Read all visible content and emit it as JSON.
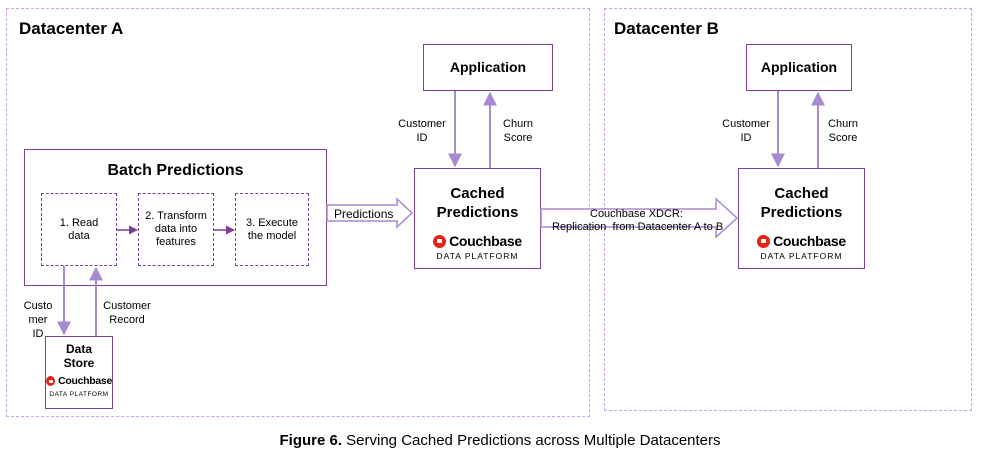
{
  "datacenter_a": {
    "title": "Datacenter A"
  },
  "datacenter_b": {
    "title": "Datacenter B"
  },
  "batch": {
    "title": "Batch Predictions",
    "step1": "1. Read data",
    "step2": "2. Transform data into features",
    "step3": "3. Execute the model"
  },
  "data_store": {
    "title": "Data Store"
  },
  "app_a": {
    "title": "Application",
    "customer_id": "Customer ID",
    "churn_score": "Churn Score"
  },
  "app_b": {
    "title": "Application",
    "customer_id": "Customer ID",
    "churn_score": "Churn Score"
  },
  "cached_a": {
    "title": "Cached Predictions"
  },
  "cached_b": {
    "title": "Cached Predictions"
  },
  "couchbase": {
    "wordmark": "Couchbase",
    "subtitle": "DATA PLATFORM",
    "color": "#e2231a"
  },
  "edges": {
    "predictions": "Predictions",
    "customer_id_store": "Custo mer ID",
    "customer_record": "Customer Record",
    "xdcr": "Couchbase XDCR:",
    "replication": "Replication  from Datacenter A to B"
  },
  "caption": {
    "label": "Figure 6.",
    "text": " Serving Cached Predictions across Multiple Datacenters"
  },
  "colors": {
    "border": "#7b3f98",
    "arrow": "#a98ad0",
    "region": "#c9a3e0"
  }
}
